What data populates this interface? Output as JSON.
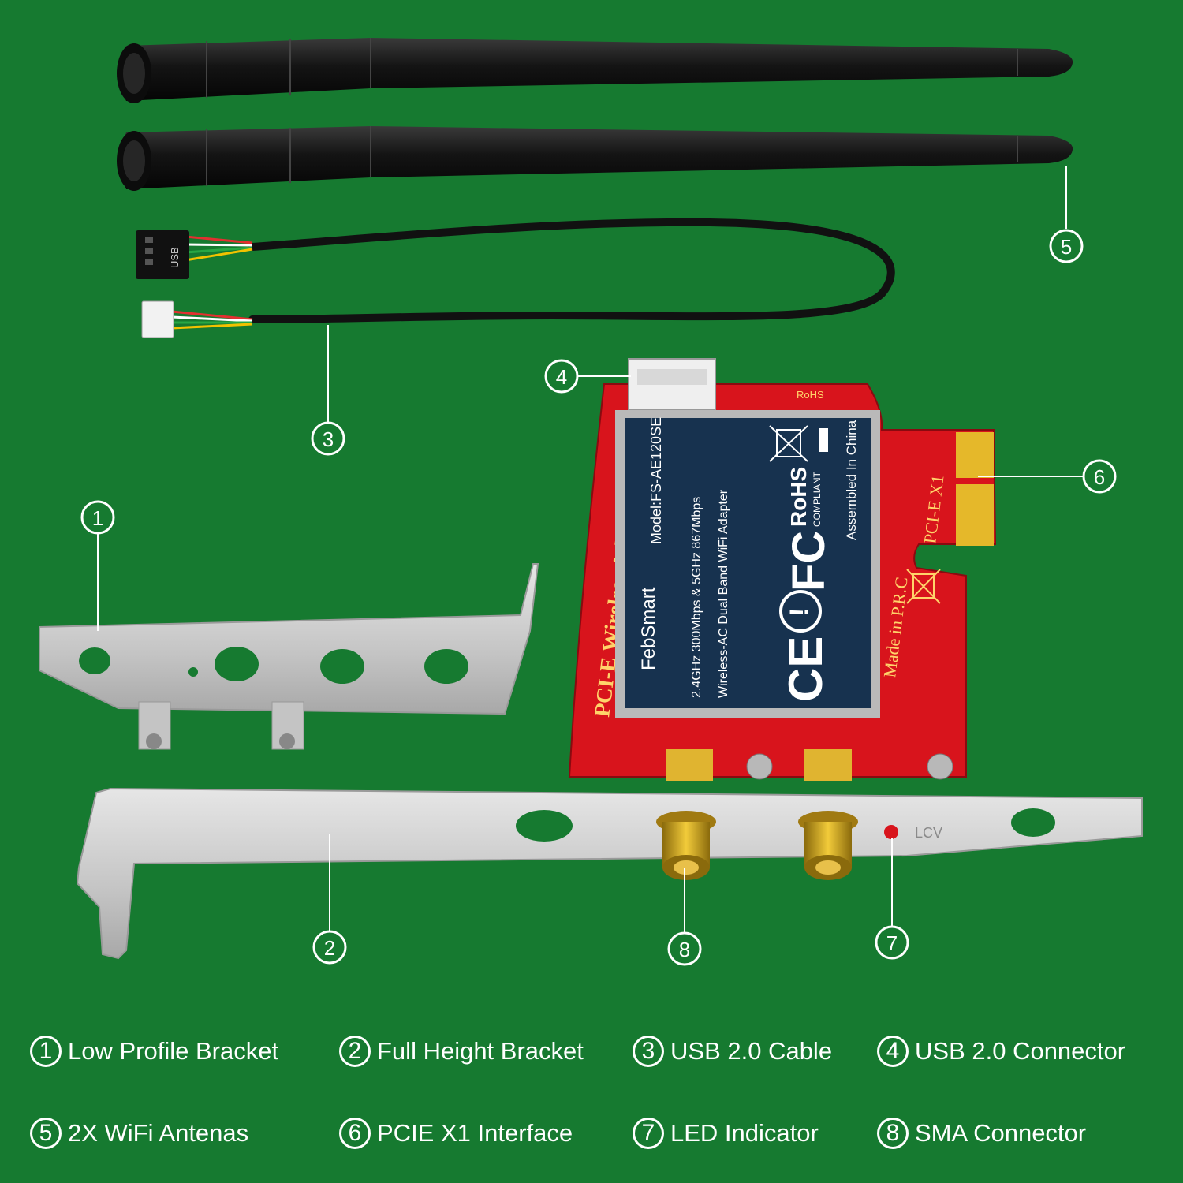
{
  "antenna_cable_label": "USB",
  "card": {
    "silkscreen_title": "PCI-E Wireless Adapter",
    "silkscreen_origin": "Made in P.R.C",
    "silkscreen_interface": "PCI-E X1",
    "silkscreen_rohs": "RoHS",
    "led_text": "LCV",
    "label": {
      "brand": "FebSmart",
      "model": "Model:FS-AE120SE",
      "speeds": "2.4GHz 300Mbps & 5GHz 867Mbps",
      "description": "Wireless-AC Dual Band WiFi Adapter",
      "ce_mark": "CE",
      "fcc_mark": "FC",
      "rohs_mark": "RoHS",
      "rohs_compliant": "COMPLIANT",
      "assembled": "Assembled In China"
    }
  },
  "callouts": [
    "1",
    "2",
    "3",
    "4",
    "5",
    "6",
    "7",
    "8"
  ],
  "legend": [
    {
      "num": "1",
      "label": "Low Profile Bracket"
    },
    {
      "num": "2",
      "label": "Full Height Bracket"
    },
    {
      "num": "3",
      "label": "USB 2.0 Cable"
    },
    {
      "num": "4",
      "label": "USB 2.0 Connector"
    },
    {
      "num": "5",
      "label": "2X WiFi Antenas"
    },
    {
      "num": "6",
      "label": "PCIE X1 Interface"
    },
    {
      "num": "7",
      "label": "LED Indicator"
    },
    {
      "num": "8",
      "label": "SMA Connector"
    }
  ],
  "colors": {
    "background": "#167a30",
    "pcb": "#d8141c",
    "label_panel": "#17324f",
    "bracket": "#c9c9c9",
    "antenna": "#151515",
    "sma_gold": "#c99a1a"
  }
}
